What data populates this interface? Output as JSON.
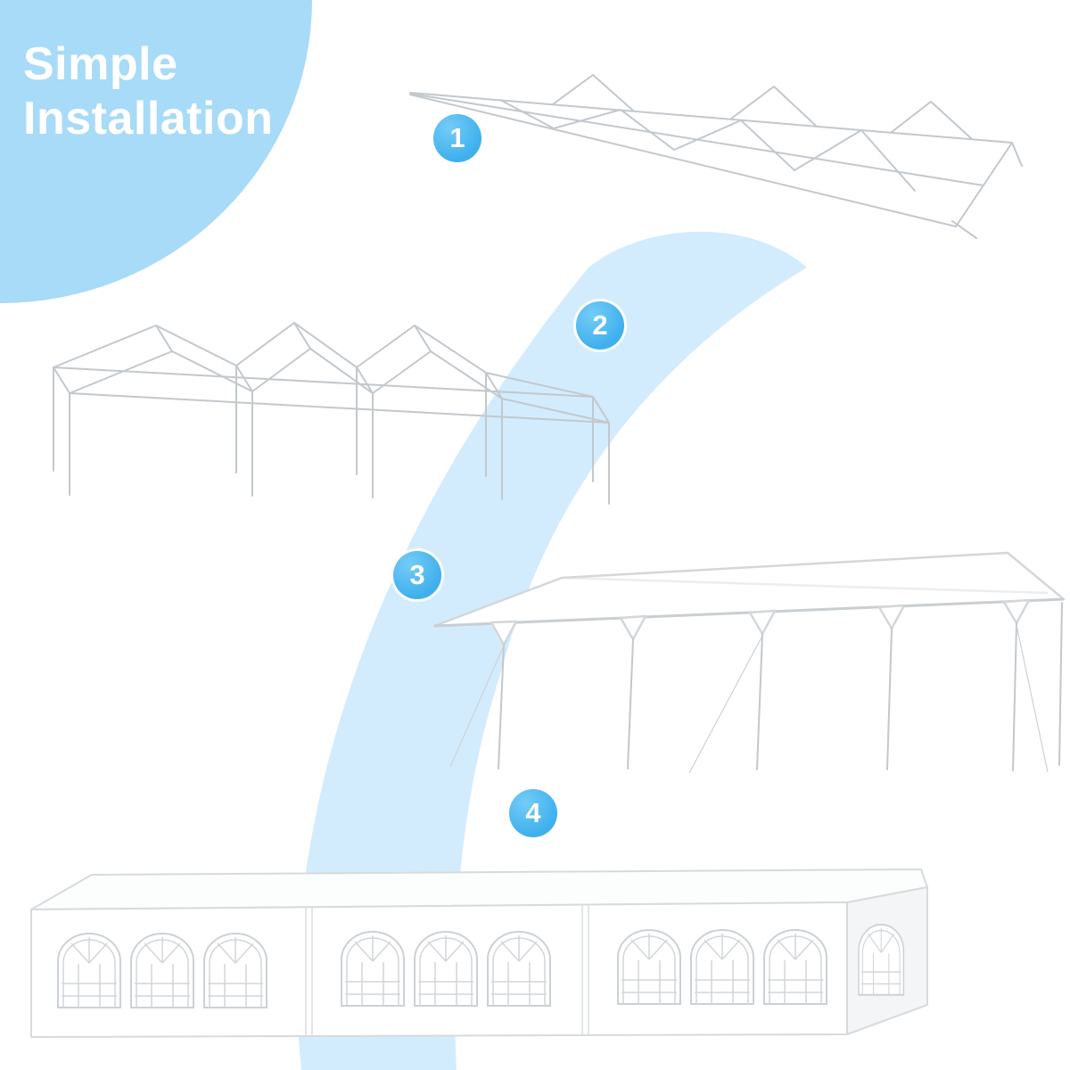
{
  "title": "Simple Installation",
  "steps": [
    {
      "number": "1",
      "illustration": "frame-unfolded-flat"
    },
    {
      "number": "2",
      "illustration": "frame-assembled-standing"
    },
    {
      "number": "3",
      "illustration": "canopy-top-attached"
    },
    {
      "number": "4",
      "illustration": "sidewalls-with-windows-installed"
    }
  ],
  "colors": {
    "title_text": "#ffffff",
    "corner_bubble": "#a7dbf8",
    "swoosh_band": "#d3ecfd",
    "badge_fill": "#3fb0ed",
    "badge_text": "#ffffff",
    "frame_line": "#c2c8cd",
    "canopy_outline": "#d3d7da"
  }
}
